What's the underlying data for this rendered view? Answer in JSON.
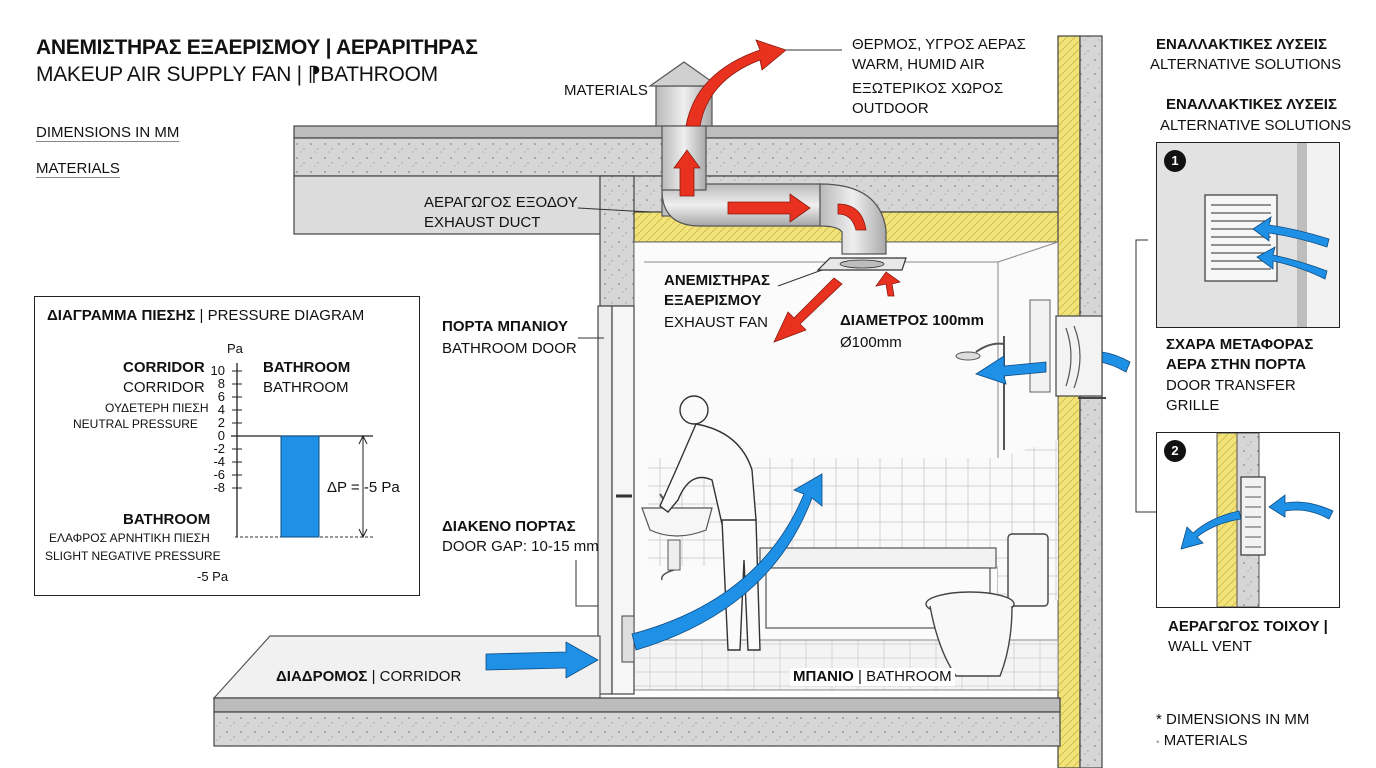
{
  "header": {
    "title_greek": "ΑΝΕΜΙΣΤΗΡΑΣ ΕΞΑΕΡΙΣΜΟΥ | ΑΕΡΑΡΙΤΗΡΑΣ",
    "title_english": "MAKEUP AIR SUPPLY FAN | ⁋BATHROOM",
    "dimensions_note": "DIMENSIONS IN MM",
    "materials_note": "MATERIALS"
  },
  "outdoor": {
    "materials_label": "MATERIALS",
    "air_greek": "ΘΕΡΜΟΣ, ΥΓΡΟΣ ΑΕΡΑΣ",
    "air_english": "WARM, HUMID AIR",
    "outdoor_greek": "ΕΞΩΤΕΡΙΚΟΣ ΧΩΡΟΣ",
    "outdoor_english": "OUTDOOR"
  },
  "duct": {
    "greek": "ΑΕΡΑΓΩΓΟΣ ΕΞΟΔΟΥ",
    "english": "EXHAUST DUCT"
  },
  "fan": {
    "greek_line1": "ΑΝΕΜΙΣΤΗΡΑΣ",
    "greek_line2": "ΕΞΑΕΡΙΣΜΟΥ",
    "english": "EXHAUST FAN",
    "diameter_greek": "ΔΙΑΜΕΤΡΟΣ 100mm",
    "diameter_value": "Ø100mm"
  },
  "door": {
    "greek": "ΠΟΡΤΑ ΜΠΑΝΙΟΥ",
    "english": "BATHROOM DOOR"
  },
  "door_gap": {
    "greek": "ΔΙΑΚΕΝΟ ΠΟΡΤΑΣ",
    "english": "DOOR GAP: 10-15 mm"
  },
  "rooms": {
    "corridor_greek": "ΔΙΑΔΡΟΜΟΣ",
    "corridor_english": "| CORRIDOR",
    "bathroom_greek": "ΜΠΑΝΙΟ",
    "bathroom_english": "| BATHROOM"
  },
  "pressure": {
    "title_greek": "ΔΙΑΓΡΑΜΜΑ ΠΙΕΣΗΣ",
    "title_english": "| PRESSURE DIAGRAM",
    "unit": "Pa",
    "ticks": [
      "10",
      "8",
      "6",
      "4",
      "2",
      "0",
      "-2",
      "-4",
      "-6",
      "-8"
    ],
    "corridor_bold": "CORRIDOR",
    "corridor_plain": "CORRIDOR",
    "neutral_greek": "ΟΥΔΕΤΕΡΗ ΠΙΕΣΗ",
    "neutral_english": "NEUTRAL PRESSURE",
    "bathroom_bold": "BATHROOM",
    "bathroom_plain": "BATHROOM",
    "bathroom_label": "BATHROOM",
    "negative_greek": "ΕΛΑΦΡΟΣ ΑΡΝΗΤΙΚΗ ΠΙΕΣΗ",
    "negative_english": "SLIGHT NEGATIVE PRESSURE",
    "negative_value": "-5 Pa",
    "delta": "ΔP = -5 Pa",
    "bar_value": -5,
    "bar_color": "#1e90e6"
  },
  "alternatives": {
    "heading_greek": "ΕΝΑΛΛΑΚΤΙΚΕΣ ΛΥΣΕΙΣ",
    "heading_english": "ALTERNATIVE SOLUTIONS",
    "sub_greek": "ΕΝΑΛΛΑΚΤΙΚΕΣ ΛΥΣΕΙΣ",
    "sub_english": "ALTERNATIVE SOLUTIONS",
    "option1_number": "1",
    "option1_greek_1": "ΣΧΑΡΑ ΜΕΤΑΦΟΡΑΣ",
    "option1_greek_2": "ΑΕΡΑ ΣΤΗΝ ΠΟΡΤΑ",
    "option1_english_1": "DOOR TRANSFER",
    "option1_english_2": "GRILLE",
    "option2_number": "2",
    "option2_greek": "ΑΕΡΑΓΩΓΟΣ ΤΟΙΧΟΥ |",
    "option2_english": "WALL VENT"
  },
  "footer": {
    "note1": "* DIMENSIONS IN MM",
    "note2": "MATERIALS"
  },
  "colors": {
    "exhaust_air": "#e8321f",
    "supply_air": "#1e90e6",
    "concrete": "#d4d4d4",
    "insulation": "#efe58a"
  }
}
